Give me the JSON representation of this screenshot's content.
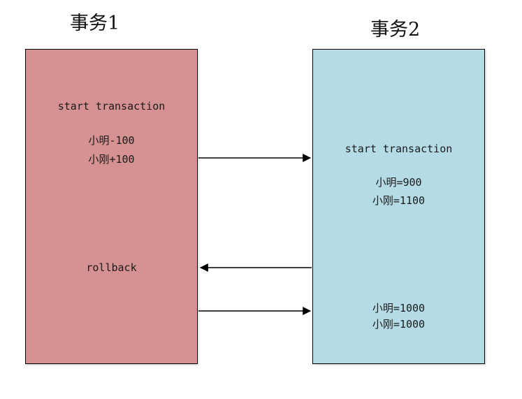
{
  "canvas": {
    "background": "#ffffff"
  },
  "tx1": {
    "title": "事务1",
    "fill": "#d69292",
    "start_line": "start transaction",
    "debit_line": "小明-100",
    "credit_line": "小刚+100",
    "rollback_line": "rollback"
  },
  "tx2": {
    "title": "事务2",
    "fill": "#b5dce6",
    "start_line": "start transaction",
    "read1_line": "小明=900",
    "read2_line": "小刚=1100",
    "read3_line": "小明=1000",
    "read4_line": "小刚=1000"
  },
  "arrows": {
    "stroke": "#000000",
    "items": [
      {
        "name": "tx1-to-tx2-after-update",
        "direction": "right"
      },
      {
        "name": "tx2-to-tx1-before-rollback",
        "direction": "left"
      },
      {
        "name": "tx1-to-tx2-after-rollback",
        "direction": "right"
      }
    ]
  }
}
